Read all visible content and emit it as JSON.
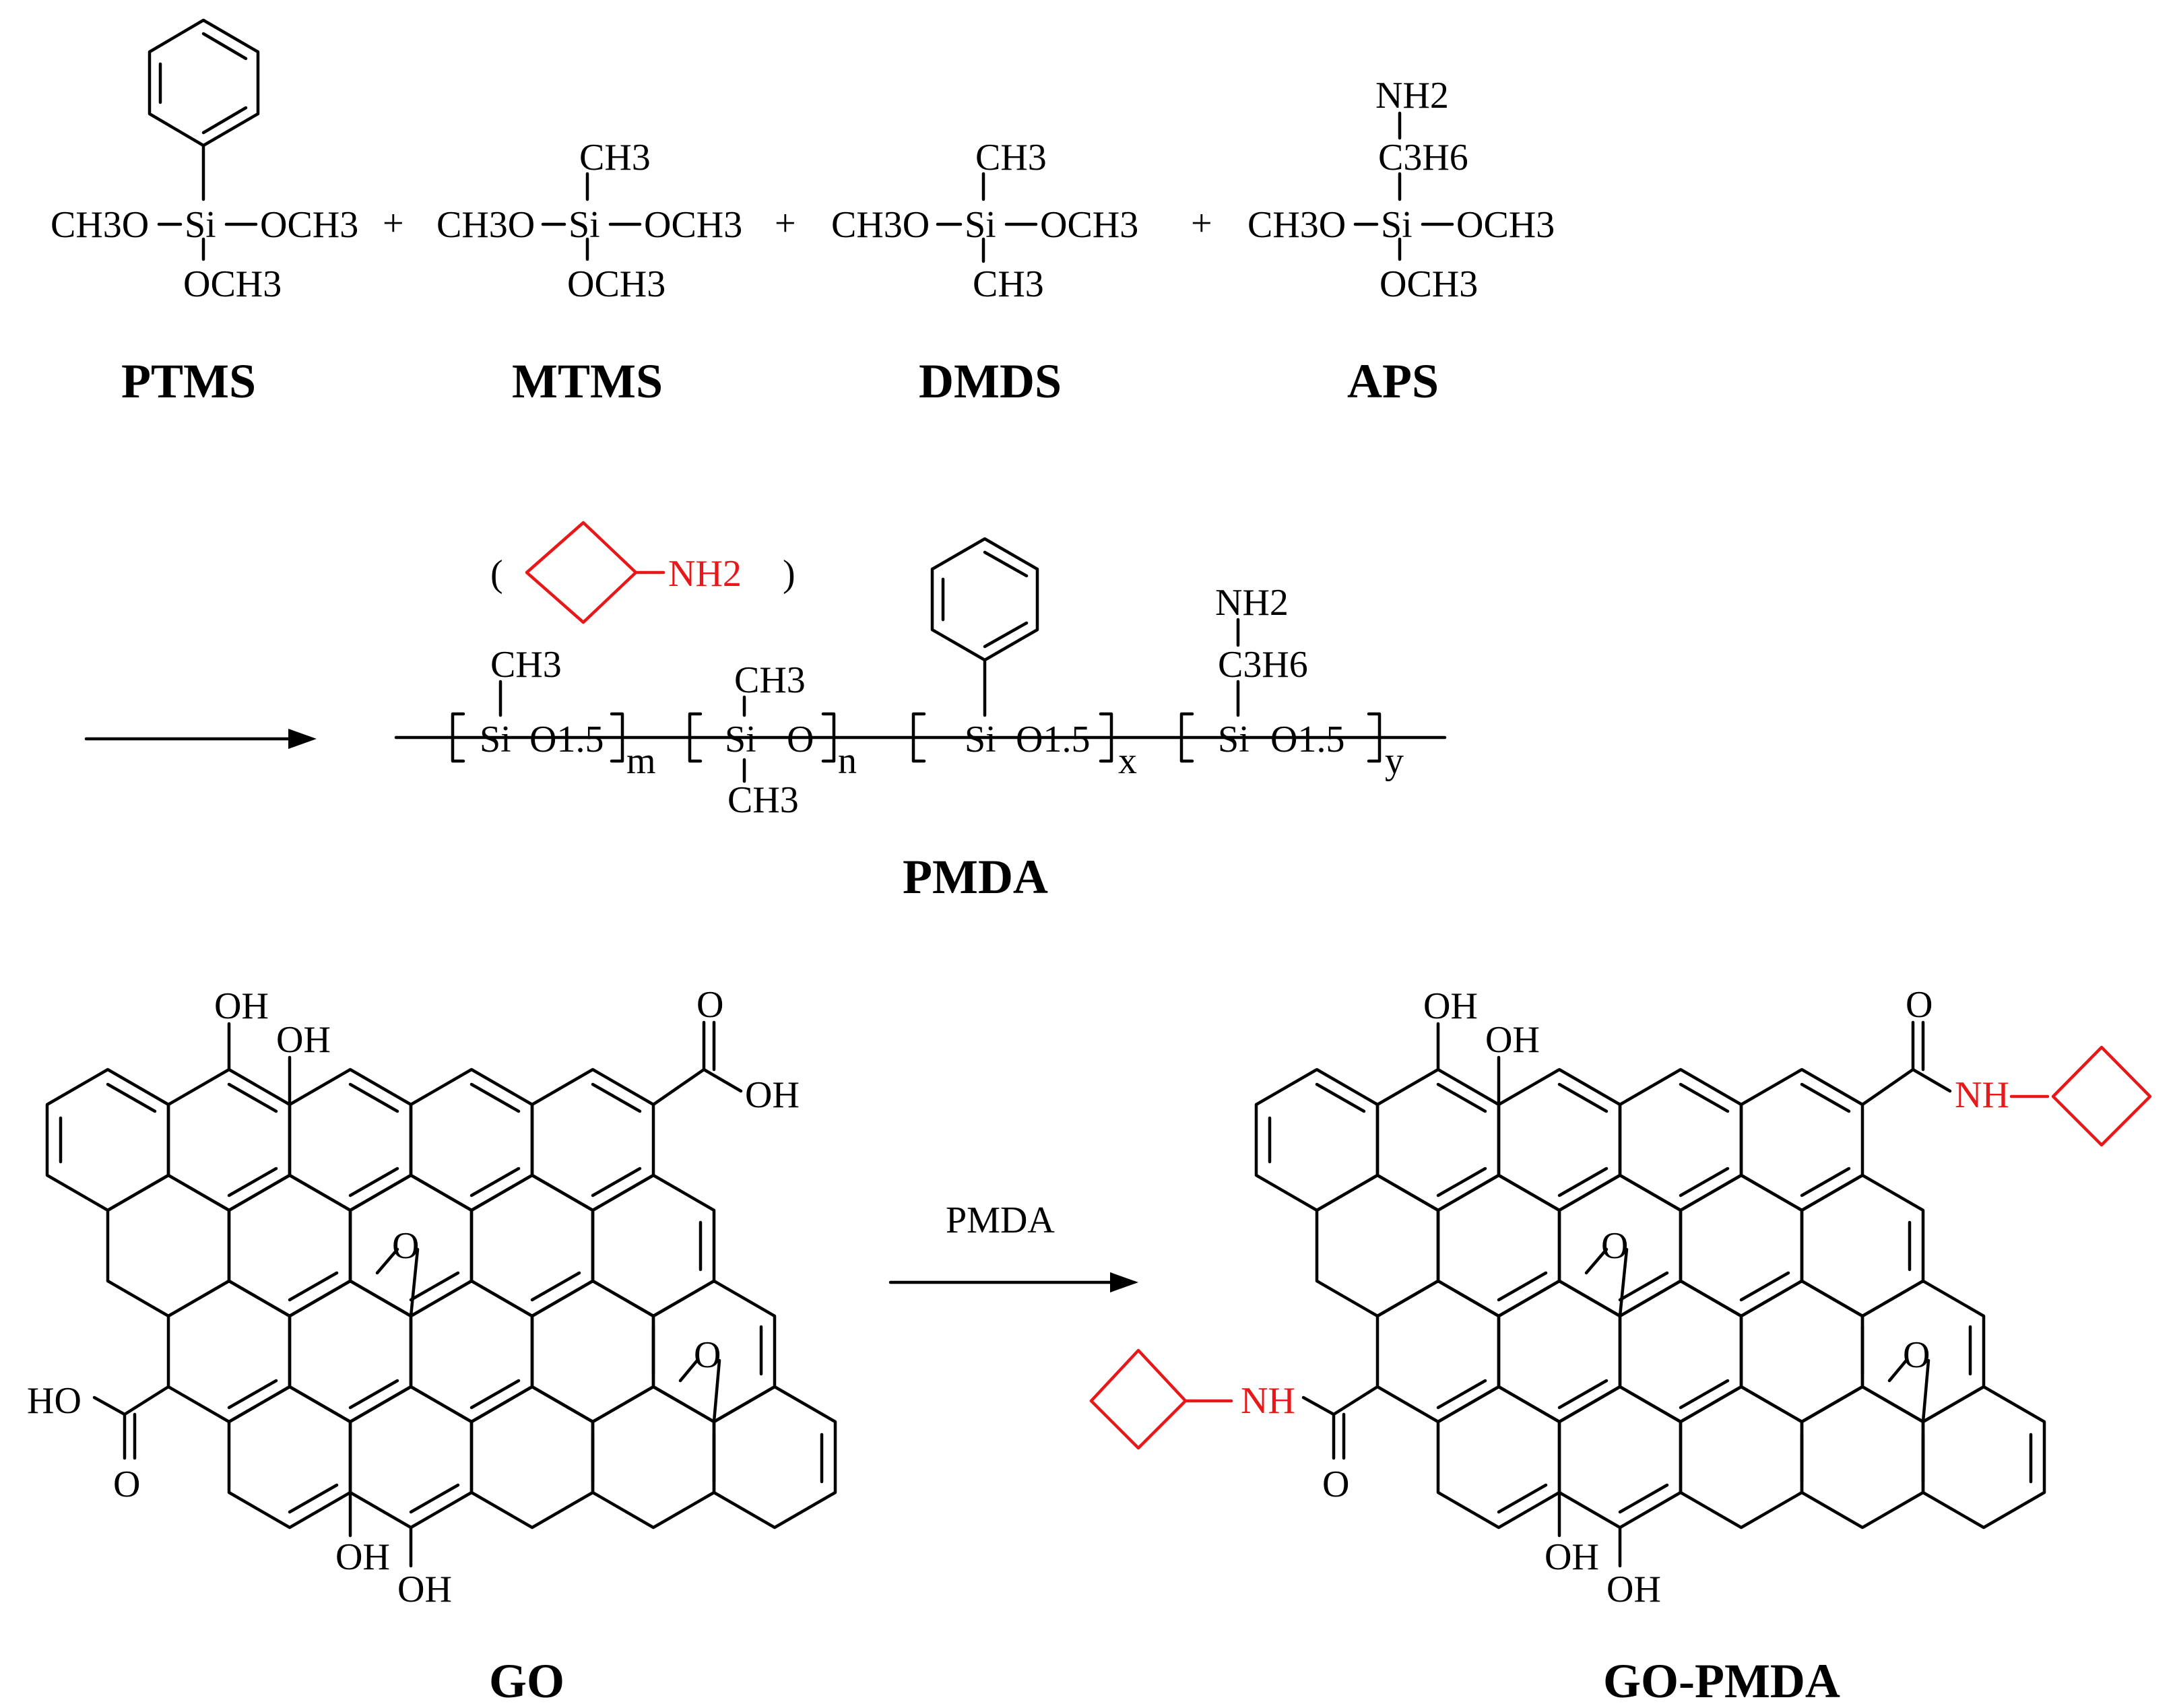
{
  "colors": {
    "bond": "#000000",
    "highlight": "#e8181a",
    "background": "#ffffff"
  },
  "monomers": [
    {
      "name": "PTMS",
      "left": "CH3O",
      "center": "Si",
      "right": "OCH3",
      "bottom": "OCH3",
      "top": "phenyl"
    },
    {
      "name": "MTMS",
      "left": "CH3O",
      "center": "Si",
      "right": "OCH3",
      "bottom": "OCH3",
      "top": "CH3"
    },
    {
      "name": "DMDS",
      "left": "CH3O",
      "center": "Si",
      "right": "OCH3",
      "bottom": "CH3",
      "top": "CH3"
    },
    {
      "name": "APS",
      "left": "CH3O",
      "center": "Si",
      "right": "OCH3",
      "bottom": "OCH3",
      "top": "C3H6",
      "top2": "NH2"
    }
  ],
  "plus": "+",
  "polymer": {
    "name": "PMDA",
    "amine_group": "NH2",
    "units": [
      {
        "si": "Si",
        "o": "O1.5",
        "sub": "m",
        "top": "CH3"
      },
      {
        "si": "Si",
        "o": "O",
        "sub": "n",
        "top": "CH3",
        "bottom": "CH3"
      },
      {
        "si": "Si",
        "o": "O1.5",
        "sub": "x",
        "top": "phenyl"
      },
      {
        "si": "Si",
        "o": "O1.5",
        "sub": "y",
        "top": "C3H6",
        "top2": "NH2"
      }
    ]
  },
  "reaction": {
    "reagent": "PMDA"
  },
  "go": {
    "name": "GO",
    "groups": [
      "OH",
      "OH",
      "O",
      "OH",
      "HO",
      "O",
      "O",
      "O",
      "OH",
      "OH"
    ]
  },
  "go_pmda": {
    "name": "GO-PMDA",
    "groups": [
      "OH",
      "OH",
      "O",
      "NH",
      "NH",
      "O",
      "O",
      "O",
      "OH",
      "OH"
    ]
  }
}
